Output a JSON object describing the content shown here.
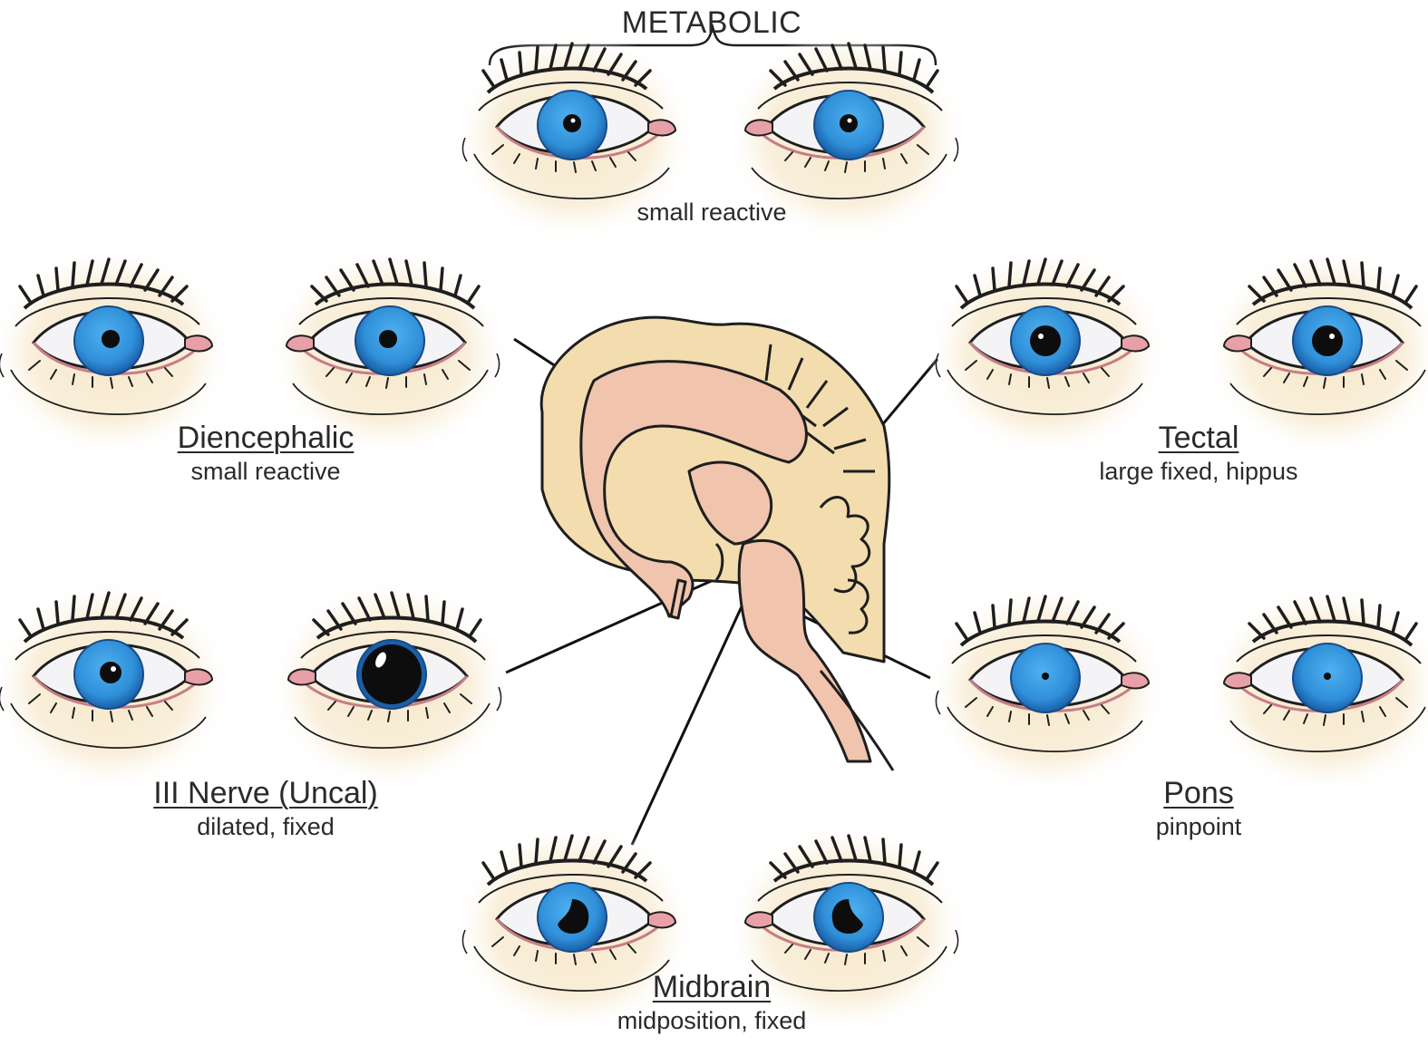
{
  "metabolic": {
    "title": "METABOLIC",
    "description": "small reactive"
  },
  "diencephalic": {
    "title": "Diencephalic",
    "description": "small reactive"
  },
  "tectal": {
    "title": "Tectal",
    "description": "large fixed, hippus"
  },
  "third_nerve": {
    "title": "III Nerve (Uncal)",
    "description": "dilated, fixed"
  },
  "pons": {
    "title": "Pons",
    "description": "pinpoint"
  },
  "midbrain": {
    "title": "Midbrain",
    "description": "midposition, fixed"
  },
  "colors": {
    "iris": "#2f8fd8",
    "iris_dark": "#1a5fa8",
    "pupil": "#0d0d0d",
    "sclera": "#f4f4f6",
    "caruncle": "#e8a0a8",
    "skin_glow": "#f6e7c8",
    "brain_cortex": "#f3dcae",
    "brain_deep": "#f0c4ad",
    "outline": "#1e1e1e"
  }
}
